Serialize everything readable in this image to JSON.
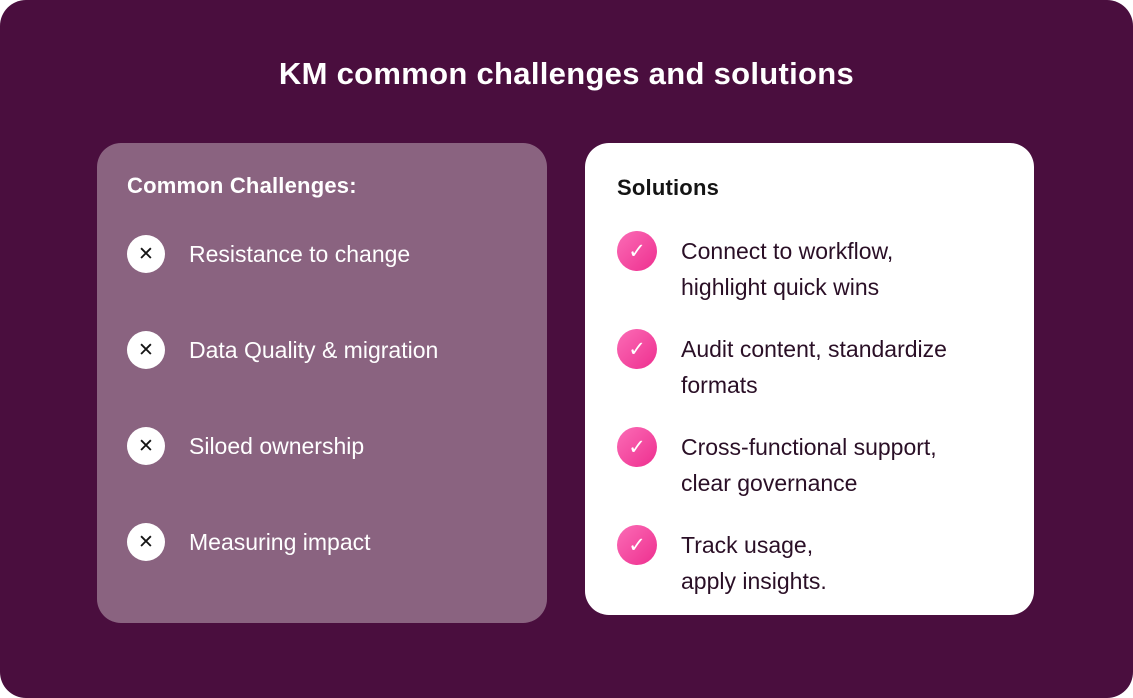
{
  "title": "KM common challenges and solutions",
  "challenges": {
    "heading": "Common Challenges:",
    "items": [
      {
        "text": "Resistance to change"
      },
      {
        "text": "Data Quality & migration"
      },
      {
        "text": "Siloed ownership"
      },
      {
        "text": "Measuring impact"
      }
    ]
  },
  "solutions": {
    "heading": "Solutions",
    "items": [
      {
        "text": "Connect to workflow,\nhighlight quick wins"
      },
      {
        "text": "Audit content, standardize\nformats"
      },
      {
        "text": "Cross-functional support,\nclear governance"
      },
      {
        "text": "Track usage,\napply insights."
      }
    ]
  },
  "icons": {
    "challenge_glyph": "✕",
    "solution_glyph": "✓"
  },
  "colors": {
    "background": "#4A0E3E",
    "challenge_card": "#8A6380",
    "solution_card": "#FFFFFF",
    "accent_pink": "#EE2F8F",
    "text_light": "#FFFFFF",
    "text_dark": "#2A0F26"
  }
}
